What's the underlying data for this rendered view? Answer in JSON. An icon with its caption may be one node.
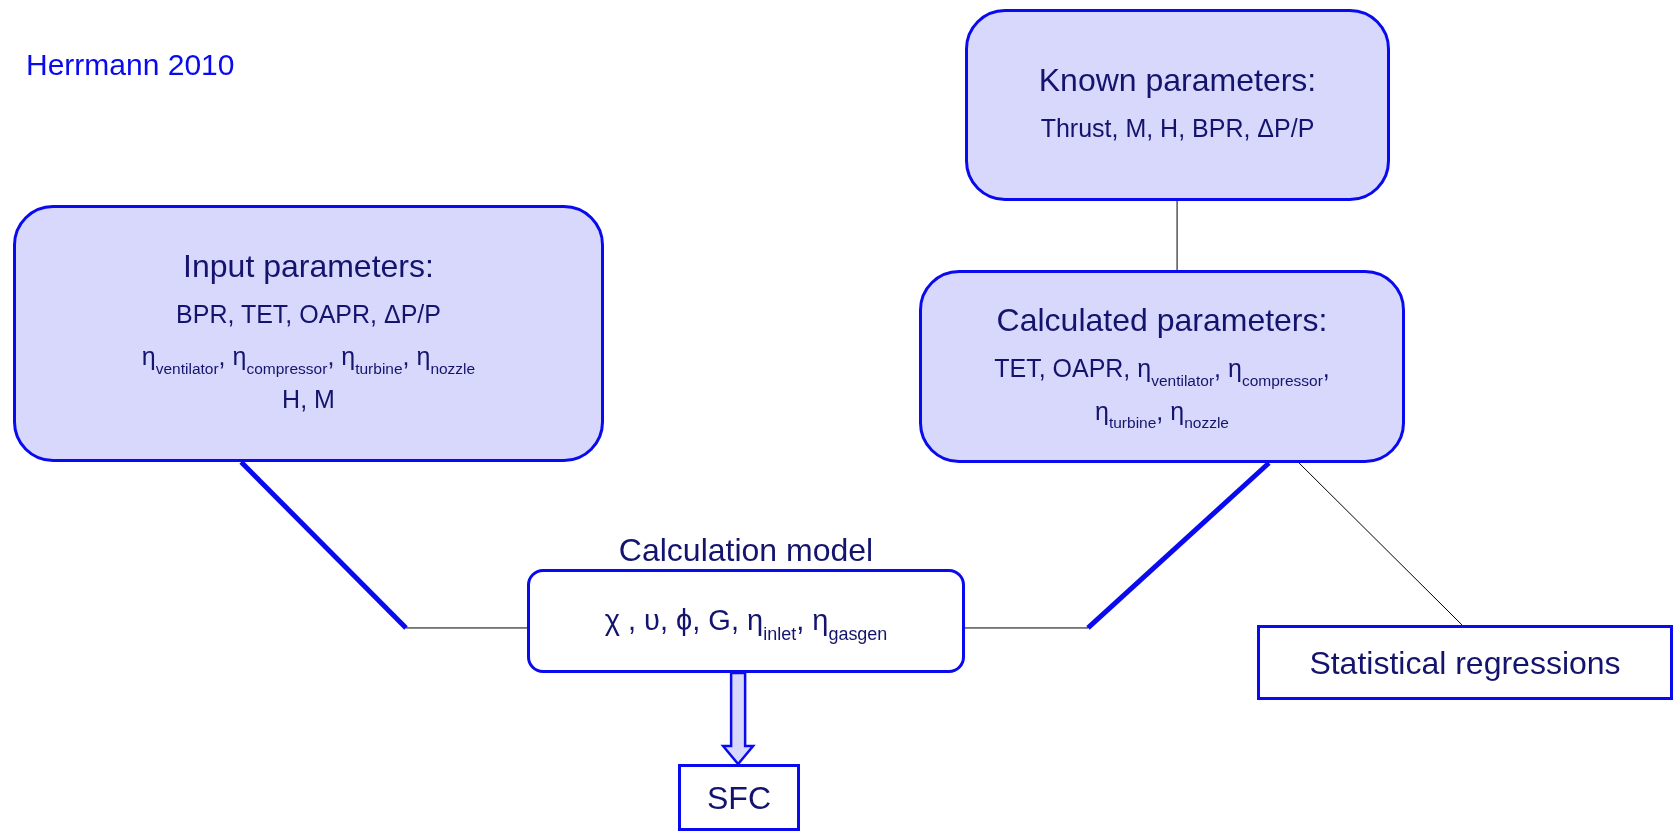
{
  "diagram": {
    "title": "Herrmann 2010",
    "nodes": [
      {
        "text": [
          "Known parameters:",
          "Thrust, M, H, BPR, ΔP/P"
        ]
      },
      {
        "text": [
          "Input parameters:",
          "BPR, TET, OAPR, ΔP/P",
          "η$_{ventilator}$, η$_{compressor}$, η$_{turbine}$, η$_{nozzle}$",
          "H, M"
        ]
      },
      {
        "text": [
          "Calculated parameters:",
          "TET, OAPR, η$_{ventilator}$, η$_{compressor}$, η$_{turbine}$, η$_{nozzle}$"
        ]
      },
      {
        "text": [
          "Calculation model",
          "χ , υ, ϕ, G, η$_{inlet}$, η$_{gasgen}$"
        ]
      },
      {
        "text": [
          "Statistical regressions"
        ]
      },
      {
        "text": [
          "SFC"
        ]
      }
    ],
    "edges": [
      {
        "from": 0,
        "to": 2,
        "arrow": "none"
      },
      {
        "from": 1,
        "to": 3,
        "arrow": "none",
        "style": "thick",
        "color": "#0a0aee"
      },
      {
        "from": 2,
        "to": 3,
        "arrow": "none",
        "style": "thick",
        "color": "#0a0aee"
      },
      {
        "from": 2,
        "to": 4,
        "arrow": "none"
      },
      {
        "from": 3,
        "to": 5,
        "arrow": "to",
        "style": "thick",
        "color": "#0a0aee"
      }
    ]
  }
}
